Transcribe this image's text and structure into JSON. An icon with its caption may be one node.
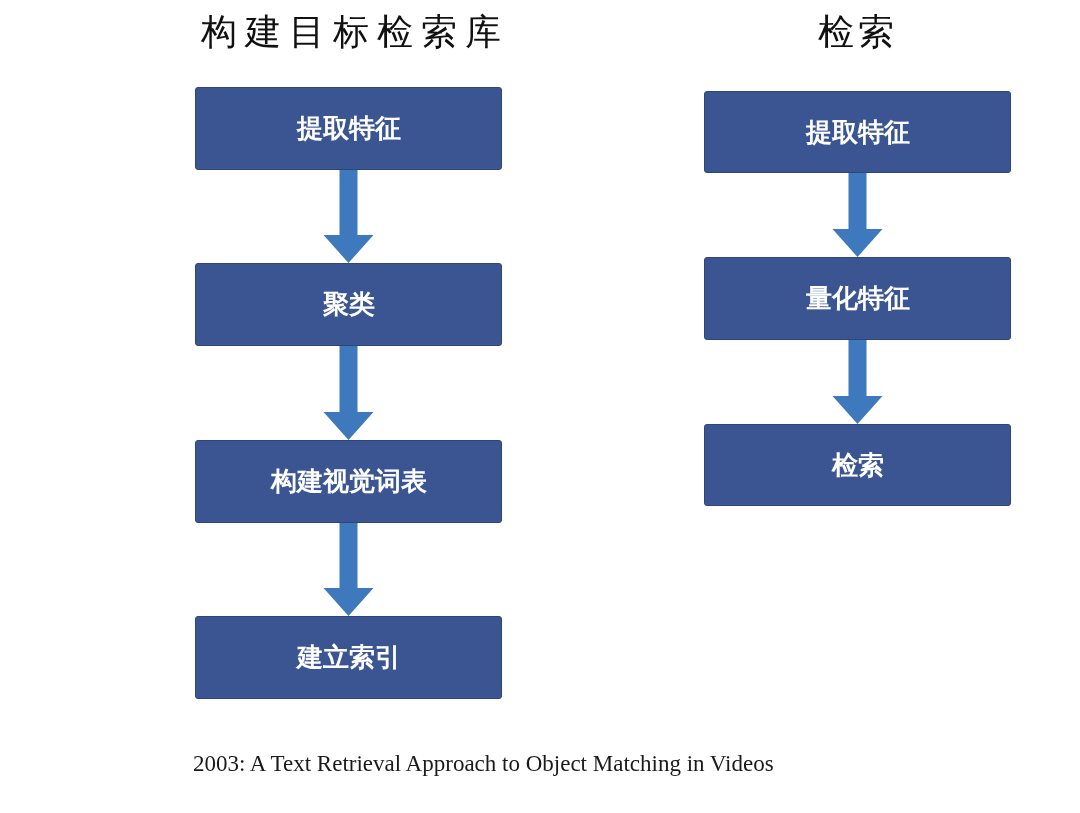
{
  "diagram": {
    "caption": "2003: A Text Retrieval Approach to Object Matching in Videos",
    "nodes": [
      {
        "text": [
          "提取特征"
        ]
      },
      {
        "text": [
          "聚类"
        ]
      },
      {
        "text": [
          "构建视觉词表"
        ]
      },
      {
        "text": [
          "建立索引"
        ]
      },
      {
        "text": [
          "提取特征"
        ]
      },
      {
        "text": [
          "量化特征"
        ]
      },
      {
        "text": [
          "检索"
        ]
      }
    ],
    "edges": [
      {
        "from": 0,
        "to": 1,
        "arrow": "to"
      },
      {
        "from": 1,
        "to": 2,
        "arrow": "to"
      },
      {
        "from": 2,
        "to": 3,
        "arrow": "to"
      },
      {
        "from": 4,
        "to": 5,
        "arrow": "to"
      },
      {
        "from": 5,
        "to": 6,
        "arrow": "to"
      }
    ],
    "labels": [
      "构建目标检索库",
      "检索"
    ]
  }
}
